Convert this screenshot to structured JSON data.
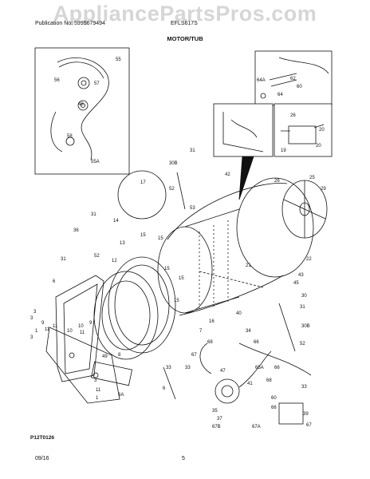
{
  "header": {
    "watermark": "AppliancePartsPros.com",
    "publication": "Publication No: 5995679494",
    "model": "EFLS617S",
    "title": "MOTOR/TUB"
  },
  "callouts": [
    "55",
    "56",
    "57",
    "46",
    "58",
    "55A",
    "64A",
    "62",
    "60",
    "64",
    "26",
    "20",
    "19",
    "20",
    "31",
    "30B",
    "17",
    "52",
    "53",
    "14",
    "42",
    "25",
    "26",
    "29",
    "31",
    "36",
    "15",
    "13",
    "15",
    "52",
    "31",
    "12",
    "15",
    "15",
    "15",
    "21",
    "22",
    "43",
    "45",
    "6",
    "3",
    "11",
    "10",
    "9",
    "9",
    "11",
    "1",
    "3",
    "3",
    "10",
    "11",
    "8",
    "49",
    "40",
    "16",
    "7",
    "34",
    "68",
    "33",
    "67",
    "47",
    "66",
    "41",
    "65A",
    "30",
    "31",
    "30B",
    "52",
    "33",
    "6",
    "66",
    "3",
    "11",
    "1",
    "6A",
    "35",
    "67B",
    "67A",
    "68",
    "37",
    "33",
    "60",
    "66",
    "39",
    "67"
  ],
  "footer": {
    "diagram_code": "P12T0126",
    "date": "09/16",
    "page": "5"
  }
}
